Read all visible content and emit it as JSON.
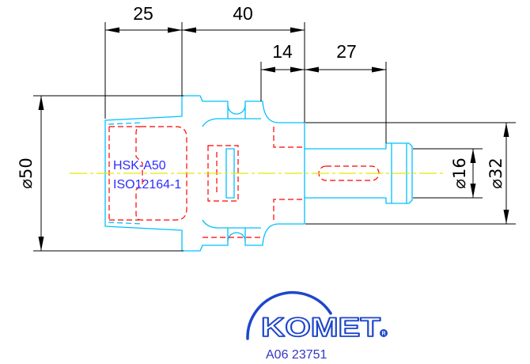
{
  "drawing": {
    "dimensions": {
      "horizontal": [
        "25",
        "40",
        "14",
        "27"
      ],
      "diameters": [
        "⌀50",
        "⌀16",
        "⌀32"
      ]
    },
    "labels": {
      "interface": "HSK-A50",
      "standard": "ISO12164-1"
    }
  },
  "logo": {
    "brand": "KOMET",
    "registered_mark": "R"
  },
  "part_number": "A06 23751",
  "colors": {
    "background": "#ffffff",
    "outline": "#00c0ff",
    "hidden_lines": "#ff0000",
    "dimension_lines": "#000000",
    "centerline": "#e6e600",
    "label_text": "#2d2dff",
    "logo": "#1e46cc",
    "part_number": "#3434c8"
  }
}
